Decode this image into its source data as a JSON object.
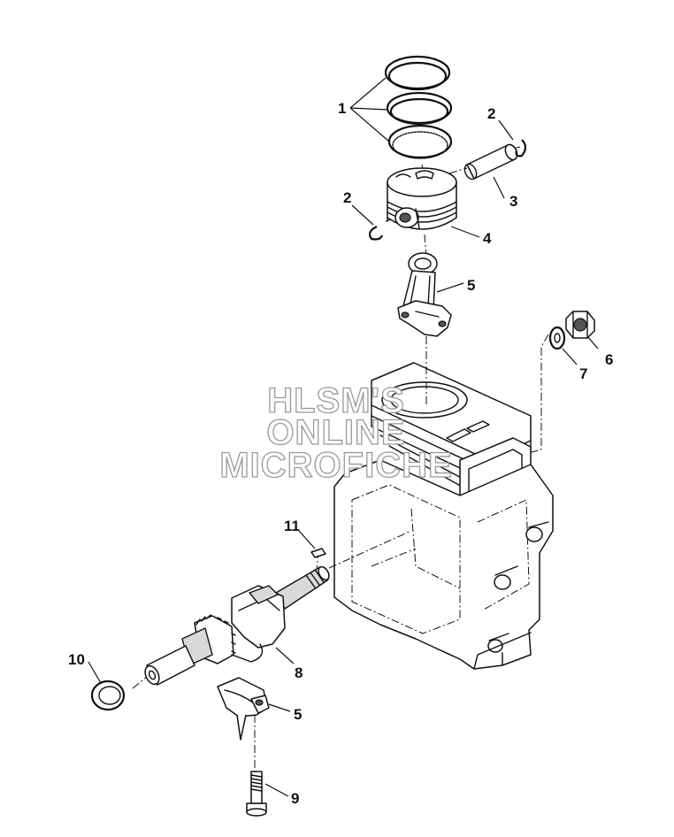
{
  "watermark": {
    "line1": "HLSM'S",
    "line2": "ONLINE",
    "line3": "MICROFICHE"
  },
  "callouts": [
    {
      "id": "piston-rings",
      "label": "1"
    },
    {
      "id": "piston-pin-clip-upper",
      "label": "2"
    },
    {
      "id": "piston-pin-clip-lower",
      "label": "2"
    },
    {
      "id": "piston-pin",
      "label": "3"
    },
    {
      "id": "piston",
      "label": "4"
    },
    {
      "id": "connecting-rod",
      "label": "5"
    },
    {
      "id": "connecting-rod-cap",
      "label": "5"
    },
    {
      "id": "nut",
      "label": "6"
    },
    {
      "id": "washer",
      "label": "7"
    },
    {
      "id": "crankshaft",
      "label": "8"
    },
    {
      "id": "rod-bolt",
      "label": "9"
    },
    {
      "id": "oil-seal",
      "label": "10"
    },
    {
      "id": "key",
      "label": "11"
    }
  ]
}
